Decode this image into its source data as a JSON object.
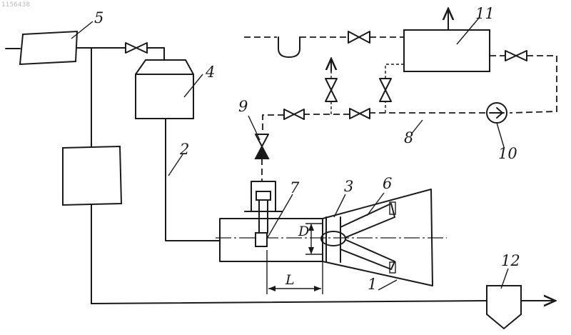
{
  "doc_code": "1156438",
  "labels": {
    "l1": "1",
    "l2": "2",
    "l3": "3",
    "l4": "4",
    "l5": "5",
    "l6": "6",
    "l7": "7",
    "l8": "8",
    "l9": "9",
    "l10": "10",
    "l11": "11",
    "l12": "12"
  },
  "dimensions": {
    "diameter": "D",
    "length": "L"
  }
}
